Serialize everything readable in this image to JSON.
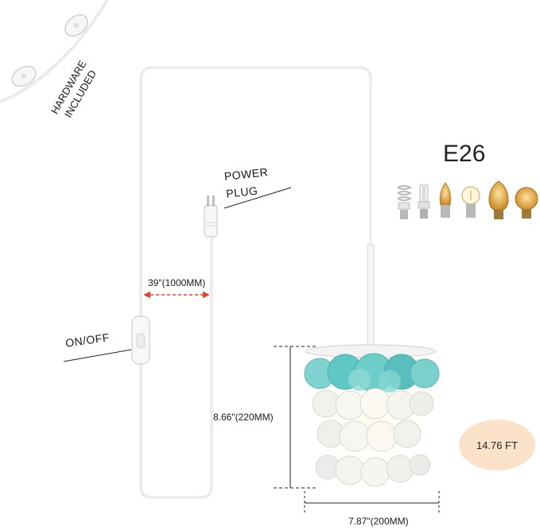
{
  "labels": {
    "hardware_line1": "HARDWARE",
    "hardware_line2": "INCLUDED",
    "power_line1": "POWER",
    "power_line2": "PLUG",
    "on_off": "ON/OFF",
    "cord_length": "39\"(1000MM)",
    "height": "8.66\"(220MM)",
    "width": "7.87\"(200MM)",
    "socket": "E26",
    "total_length": "14.76 FT"
  },
  "colors": {
    "shell_teal": "#5fc7c4",
    "shell_white": "#f2f2ee",
    "badge": "#fbe2c8",
    "dimension_arrow": "#e0462e"
  },
  "icons": [
    "wall-clip-icon",
    "power-plug-icon",
    "inline-switch-icon",
    "spiral-bulb-icon",
    "cfl-bulb-icon",
    "candle-led-bulb-icon",
    "g-led-bulb-icon",
    "st64-edison-bulb-icon",
    "g80-edison-bulb-icon"
  ]
}
